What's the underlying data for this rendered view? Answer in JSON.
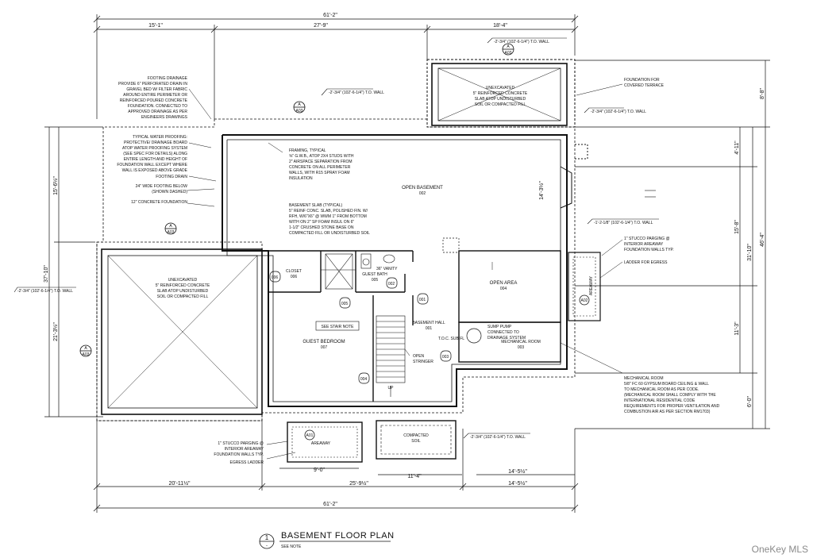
{
  "dimensions": {
    "overall_top": "61'-2\"",
    "top_left": "15'-1\"",
    "top_mid": "27'-9\"",
    "top_right": "18'-4\"",
    "overall_bottom": "61'-2\"",
    "bottom_left": "20'-11½\"",
    "bottom_mid": "25'-9½\"",
    "bottom_right": "14'-5½\"",
    "bottom_right2": "14'-5½\"",
    "areaway_width": "9'-0\"",
    "areaway_right": "11'-4\"",
    "left_overall": "37'-10\"",
    "left_upper": "15'-6½\"",
    "left_lower": "21'-3½\"",
    "right_overall": "46'-4\"",
    "right_top": "8'-8\"",
    "right_a": "4'-11\"",
    "right_b": "15'-8\"",
    "right_c": "31'-10\"",
    "right_d": "11'-3\"",
    "right_e": "6'-0\"",
    "basement_depth": "14'-3½\"",
    "tw_top": "-2'-3/4\" (102'-6-1/4\") T.O. WALL",
    "tw_left_mid": "-2'-3/4\" (102'-6-1/4\") T.O. WALL",
    "tw_right_top": "-2'-3/4\" (102'-6-1/4\") T.O. WALL",
    "tw_top_center": "-2'-3/4\" (102'-6-1/4\") T.O. WALL",
    "tw_right_mid": "-1'-2-1/8\" (102'-6-1/4\") T.O. WALL",
    "tw_bottom": "-2'-3/4\" (102'-6-1/4\") T.O. WALL"
  },
  "notes": {
    "footing_drainage": [
      "FOOTING DRAINAGE",
      "PROVIDE 6\" PERFORATED DRAIN IN",
      "GRAVEL BED W/ FILTER FABRIC",
      "AROUND ENTIRE PERIMETER OR",
      "REINFORCED POURED CONCRETE",
      "FOUNDATION. CONNECTED TO",
      "APPROVED DRAINAGE AS PER",
      "ENGINEERS DRAWINGS"
    ],
    "waterproofing": [
      "TYPICAL WATER PROOFING:",
      "PROTECTIVE/ DRAINAGE BOARD",
      "ATOP WATER PROOFING SYSTEM",
      "(SEE SPEC FOR DETAILS) ALONG",
      "ENTIRE LENGTH AND HEIGHT OF",
      "FOUNDATION WALL EXCEPT WHERE",
      "WALL IS EXPOSED ABOVE GRADE"
    ],
    "footing_drain": "FOOTING DRAIN",
    "footing_below": [
      "24\" WIDE FOOTING BELOW",
      "(SHOWN DASHED)"
    ],
    "concrete_foundation": "12\" CONCRETE FOUNDATION",
    "framing": [
      "FRAMING, TYPICAL",
      "⅝\" G.W.B., ATOP 2X4 STUDS WITH",
      "2\" AIRSPACE SEPARATION FROM",
      "CONCRETE ON ALL PERIMETER",
      "WALLS, WITH R15 SPRAY FOAM",
      "INSULATION"
    ],
    "slab": [
      "BASEMENT SLAB (TYPICAL)",
      "5\" REINF CONC. SLAB, POLISHED FIN. W/",
      "RFH, W/6\"X6\" @ WWM 1\" FROM BOTTOM",
      "WITH ON 2\" SP FOAM INSUL ON 6\"",
      "1-1/2\" CRUSHED STONE BASE ON",
      "COMPACTED FILL OR UNDISTURBED SOIL"
    ],
    "covered_terrace": [
      "FOUNDATION FOR",
      "COVERED TERRACE"
    ],
    "stucco_right": [
      "1\" STUCCO PARGING @",
      "INTERIOR AREAWAY",
      "FOUNDATION WALLS TYP."
    ],
    "ladder_right": "LADDER FOR EGRESS",
    "mechanical": [
      "MECHANICAL ROOM",
      "5/8\" FC 60 GYPSUM BOARD CEILING & WALL",
      "TO MECHANICAL ROOM AS PER CODE.",
      "(MECHANICAL ROOM SHALL COMPLY WITH THE",
      "INTERNATIONAL RESIDENTIAL CODE",
      "REQUIREMENTS FOR PROPER VENTILATION AND",
      "COMBUSTION AIR AS PER SECTION RM1703)"
    ],
    "stucco_bottom": [
      "1\" STUCCO PARGING @",
      "INTERIOR AREAWAY",
      "FOUNDATION WALLS TYP."
    ],
    "egress_ladder": "EGRESS LADDER",
    "see_stair_note": "SEE STAIR NOTE",
    "open_stringer": [
      "OPEN",
      "STRINGER"
    ],
    "sump_pump": [
      "SUMP PUMP",
      "CONNECTED TO",
      "DRAINAGE SYSTEM"
    ],
    "tc_wall": "T.O.C. SUB FL"
  },
  "rooms": {
    "unexcavated_top": [
      "UNEXCAVATED",
      "5\" REINFORCED CONCRETE",
      "SLAB ATOP UNDISTURBED",
      "SOIL OR COMPACTED FILL"
    ],
    "unexcavated_left": [
      "UNEXCAVATED",
      "5\" REINFORCED CONCRETE",
      "SLAB ATOP UNDISTURBED",
      "SOIL OR COMPACTED FILL"
    ],
    "open_basement": [
      "OPEN BASEMENT",
      "002"
    ],
    "open_area": [
      "OPEN AREA",
      "004"
    ],
    "guest_bedroom": [
      "GUEST BEDROOM",
      "007"
    ],
    "closet": [
      "CLOSET",
      "006"
    ],
    "guest_bath": [
      "GUEST BATH",
      "005"
    ],
    "basement_hall": [
      "BASEMENT HALL",
      "001"
    ],
    "mechanical_room": [
      "MECHANICAL ROOM",
      "003"
    ],
    "compacted_soil": [
      "COMPACTED",
      "SOIL"
    ],
    "areaway_bottom": "AREAWAY",
    "areaway_right": "AREAWAY",
    "vanity": "36\" VANITY"
  },
  "tags": {
    "d006": "006",
    "d005": "005",
    "d002": "002",
    "d001": "001",
    "d003": "003",
    "d004": "004",
    "a01": "A01",
    "a02": "A02",
    "up": "UP",
    "sec_a": "A",
    "sec_n": "A03"
  },
  "title": {
    "number": "1",
    "sub": "-",
    "name": "BASEMENT FLOOR PLAN",
    "see_note": "SEE NOTE"
  },
  "watermark": "OneKey MLS"
}
